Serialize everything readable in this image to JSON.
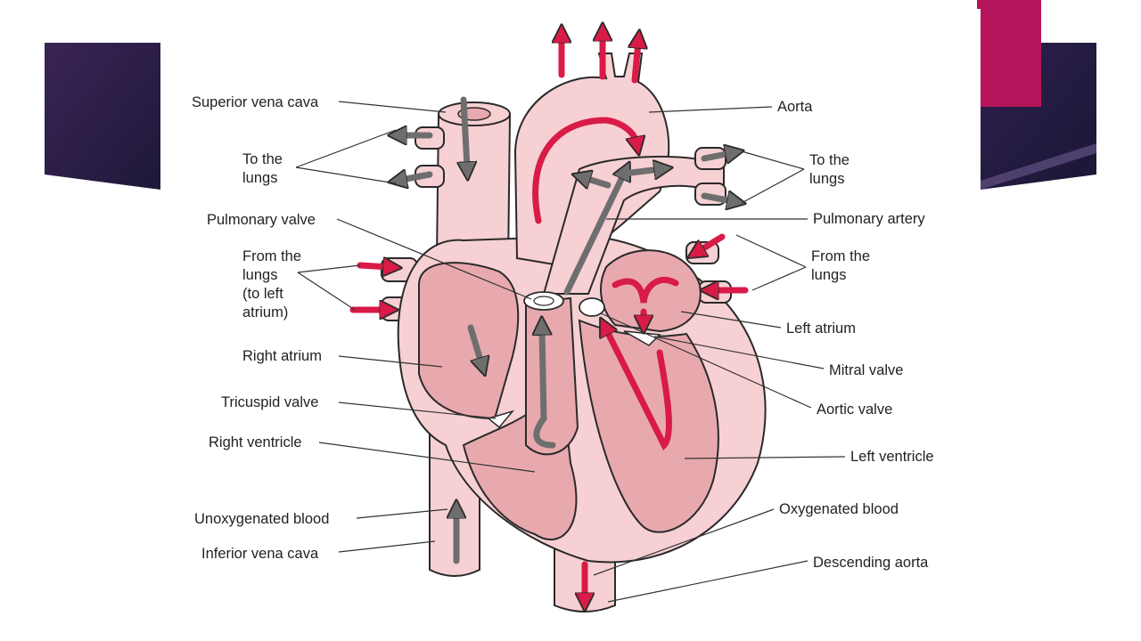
{
  "colors": {
    "slide_dark": "#2a1c4a",
    "slide_accent": "#b5145a",
    "tissue": "#f7d0d3",
    "chamber": "#e8a9ae",
    "oxygenated_arrow": "#d81b47",
    "deoxygenated_arrow": "#6e6e6e",
    "outline": "#2a2a2a"
  },
  "labels": {
    "superior_vena_cava": "Superior vena cava",
    "to_lungs_left": [
      "To the",
      "lungs"
    ],
    "pulmonary_valve": "Pulmonary valve",
    "from_lungs_left": [
      "From the",
      "lungs",
      "(to left",
      "atrium)"
    ],
    "right_atrium": "Right atrium",
    "tricuspid_valve": "Tricuspid valve",
    "right_ventricle": "Right ventricle",
    "unoxygenated_blood": "Unoxygenated blood",
    "inferior_vena_cava": "Inferior vena cava",
    "aorta": "Aorta",
    "to_lungs_right": [
      "To the",
      "lungs"
    ],
    "pulmonary_artery": "Pulmonary artery",
    "from_lungs_right": [
      "From the",
      "lungs"
    ],
    "left_atrium": "Left atrium",
    "mitral_valve": "Mitral valve",
    "aortic_valve": "Aortic valve",
    "left_ventricle": "Left ventricle",
    "oxygenated_blood": "Oxygenated blood",
    "descending_aorta": "Descending aorta"
  }
}
